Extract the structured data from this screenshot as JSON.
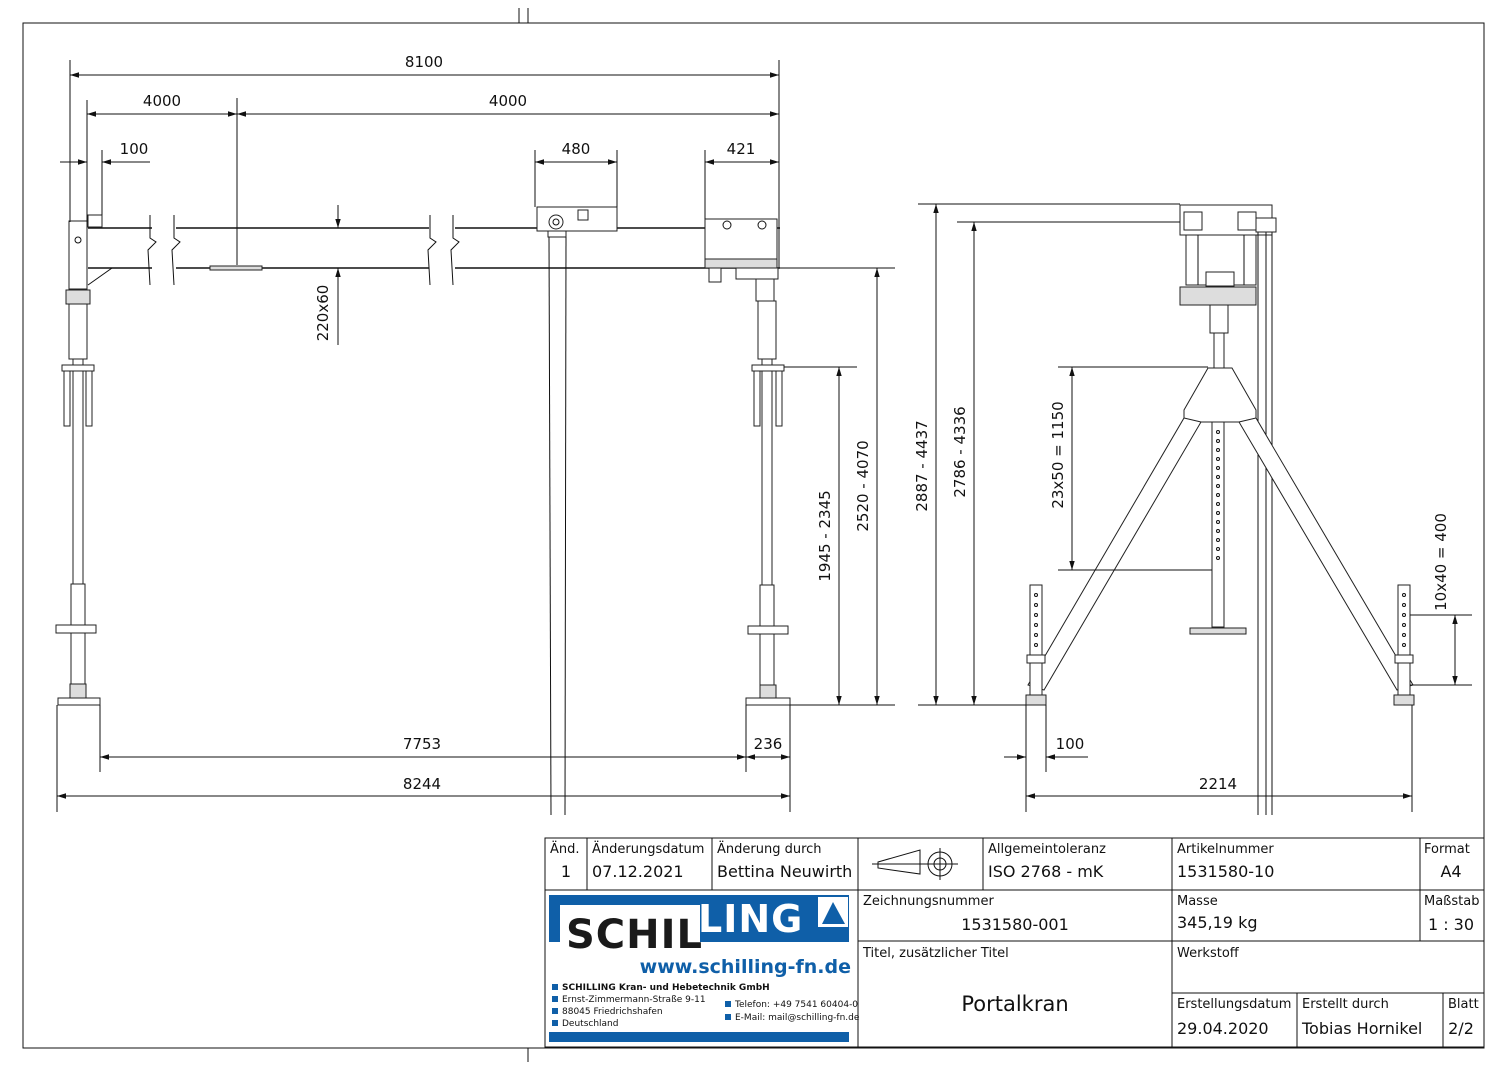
{
  "dimensions": {
    "overall_top": "8100",
    "left_half": "4000",
    "right_half": "4000",
    "offset_small": "100",
    "trolley_width": "480",
    "hoist_width": "421",
    "beam_profile": "220x60",
    "height_a": "1945 - 2345",
    "height_b": "2520 - 4070",
    "height_c": "2887 - 4437",
    "height_d": "2786 - 4336",
    "holes_main": "23x50 = 1150",
    "holes_foot": "10x40 = 400",
    "span_inner": "7753",
    "foot_offset": "236",
    "span_outer": "8244",
    "side_foot": "100",
    "side_width": "2214"
  },
  "title_block": {
    "rev_label": "Änd.",
    "rev_value": "1",
    "change_date_label": "Änderungsdatum",
    "change_date_value": "07.12.2021",
    "change_by_label": "Änderung durch",
    "change_by_value": "Bettina Neuwirth",
    "tolerance_label": "Allgemeintoleranz",
    "tolerance_value": "ISO 2768 - mK",
    "article_label": "Artikelnummer",
    "article_value": "1531580-10",
    "format_label": "Format",
    "format_value": "A4",
    "drawing_no_label": "Zeichnungsnummer",
    "drawing_no_value": "1531580-001",
    "mass_label": "Masse",
    "mass_value": "345,19 kg",
    "scale_label": "Maßstab",
    "scale_value": "1 : 30",
    "title_label": "Titel, zusätzlicher Titel",
    "title_value": "Portalkran",
    "material_label": "Werkstoff",
    "created_date_label": "Erstellungsdatum",
    "created_date_value": "29.04.2020",
    "created_by_label": "Erstellt durch",
    "created_by_value": "Tobias Hornikel",
    "sheet_label": "Blatt",
    "sheet_value": "2/2"
  },
  "company": {
    "logo_part1": "SCHIL",
    "logo_part2": "LING",
    "website": "www.schilling-fn.de",
    "name": "SCHILLING Kran- und Hebetechnik GmbH",
    "street": "Ernst-Zimmermann-Straße 9-11",
    "city": "88045 Friedrichshafen",
    "country": "Deutschland",
    "phone": "Telefon: +49 7541 60404-0",
    "email": "E-Mail: mail@schilling-fn.de",
    "brand_color": "#0f5fa8"
  }
}
